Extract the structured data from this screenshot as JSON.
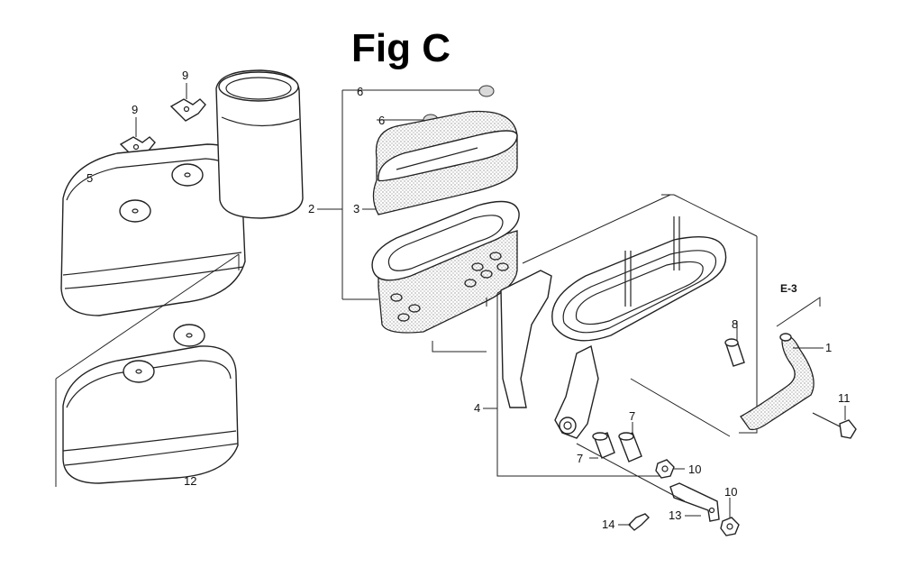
{
  "figure": {
    "title": "Fig C"
  },
  "reference": {
    "label": "E-3"
  },
  "callouts": {
    "c1": "1",
    "c2": "2",
    "c3": "3",
    "c4": "4",
    "c5": "5",
    "c6a": "6",
    "c6b": "6",
    "c7a": "7",
    "c7b": "7",
    "c8": "8",
    "c9a": "9",
    "c9b": "9",
    "c10a": "10",
    "c10b": "10",
    "c11": "11",
    "c12": "12",
    "c13": "13",
    "c14": "14"
  }
}
